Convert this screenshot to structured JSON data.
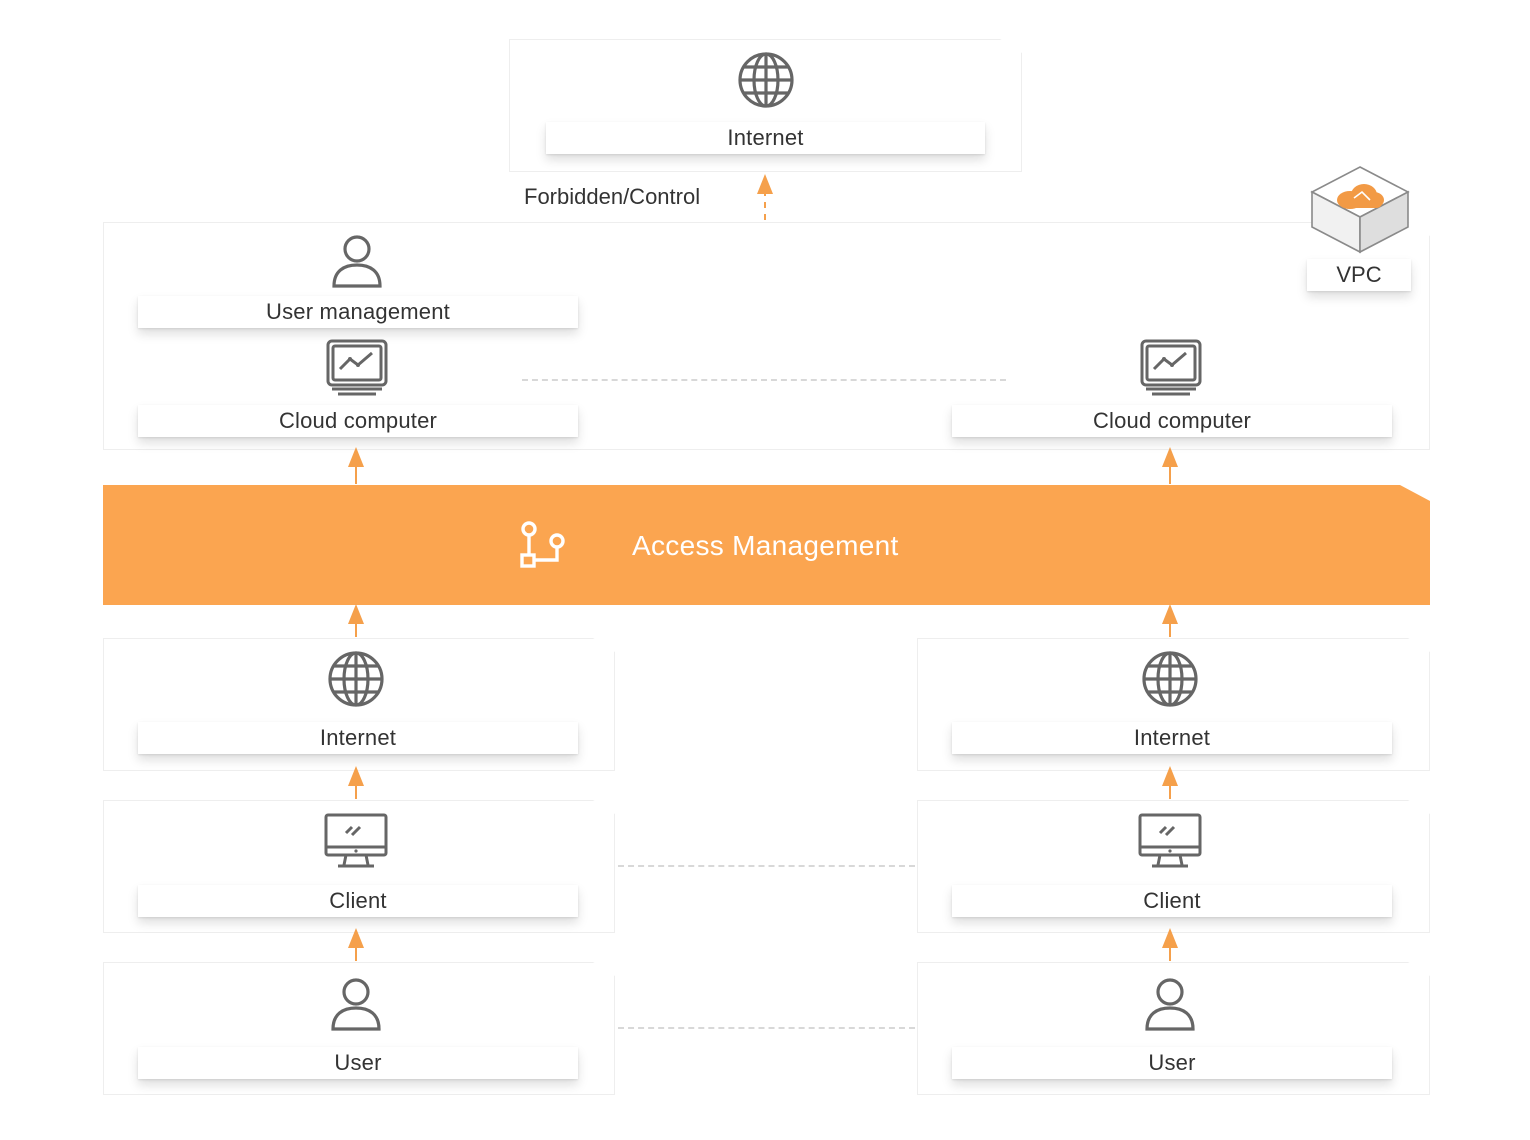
{
  "top": {
    "internet_label": "Internet",
    "forbidden_label": "Forbidden/Control"
  },
  "vpc": {
    "label": "VPC",
    "user_management_label": "User management",
    "cloud_computer_left_label": "Cloud computer",
    "cloud_computer_right_label": "Cloud computer"
  },
  "access": {
    "label": "Access Management"
  },
  "left": {
    "internet_label": "Internet",
    "client_label": "Client",
    "user_label": "User"
  },
  "right": {
    "internet_label": "Internet",
    "client_label": "Client",
    "user_label": "User"
  },
  "colors": {
    "accent": "#fba550",
    "icon": "#666666",
    "arrow": "#f5a04b"
  }
}
